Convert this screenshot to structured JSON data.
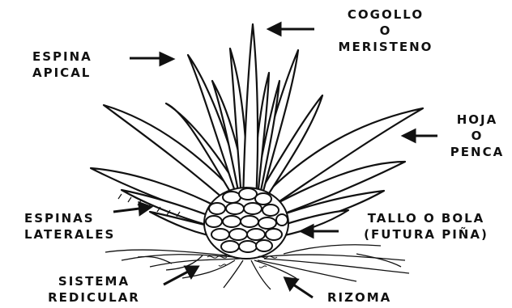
{
  "colors": {
    "ink": "#111111",
    "background": "#ffffff"
  },
  "labels": {
    "cogollo": [
      "COGOLLO",
      "O",
      "MERISTENO"
    ],
    "espina_apical": [
      "ESPINA",
      "APICAL"
    ],
    "hoja": [
      "HOJA",
      "O",
      "PENCA"
    ],
    "espinas_laterales": [
      "ESPINAS",
      "LATERALES"
    ],
    "tallo": [
      "TALLO O BOLA",
      "(FUTURA PIÑA)"
    ],
    "sistema": [
      "SISTEMA",
      "REDICULAR"
    ],
    "rizoma": [
      "RIZOMA"
    ]
  }
}
